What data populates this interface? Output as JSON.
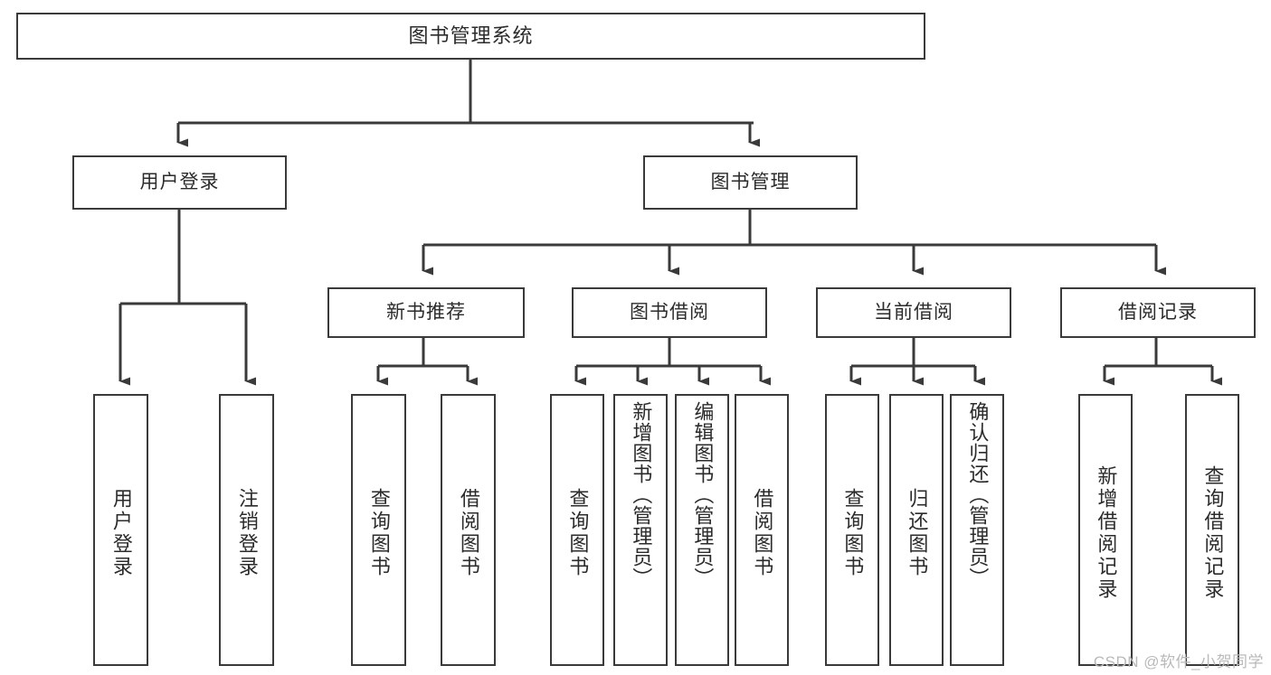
{
  "diagram": {
    "title": "图书管理系统",
    "watermark": "CSDN @软件_小贺同学",
    "colors": {
      "box_border": "#3a3a3a",
      "box_fill": "#ffffff",
      "connector": "#3a3a3a",
      "text": "#2b2b2b",
      "watermark": "#b9b9b9",
      "background": "#ffffff"
    },
    "root": {
      "label": "图书管理系统"
    },
    "level2": [
      {
        "label": "用户登录"
      },
      {
        "label": "图书管理"
      }
    ],
    "level3": [
      {
        "label": "新书推荐"
      },
      {
        "label": "图书借阅"
      },
      {
        "label": "当前借阅"
      },
      {
        "label": "借阅记录"
      }
    ],
    "leaves": {
      "user_login": [
        {
          "label": "用户登录"
        },
        {
          "label": "注销登录"
        }
      ],
      "new_book_recommend": [
        {
          "label": "查询图书"
        },
        {
          "label": "借阅图书"
        }
      ],
      "book_borrow": [
        {
          "label": "查询图书"
        },
        {
          "label": "新增图书（管理员）"
        },
        {
          "label": "编辑图书（管理员）"
        },
        {
          "label": "借阅图书"
        }
      ],
      "current_borrow": [
        {
          "label": "查询图书"
        },
        {
          "label": "归还图书"
        },
        {
          "label": "确认归还（管理员）"
        }
      ],
      "borrow_record": [
        {
          "label": "新增借阅记录"
        },
        {
          "label": "查询借阅记录"
        }
      ]
    }
  }
}
